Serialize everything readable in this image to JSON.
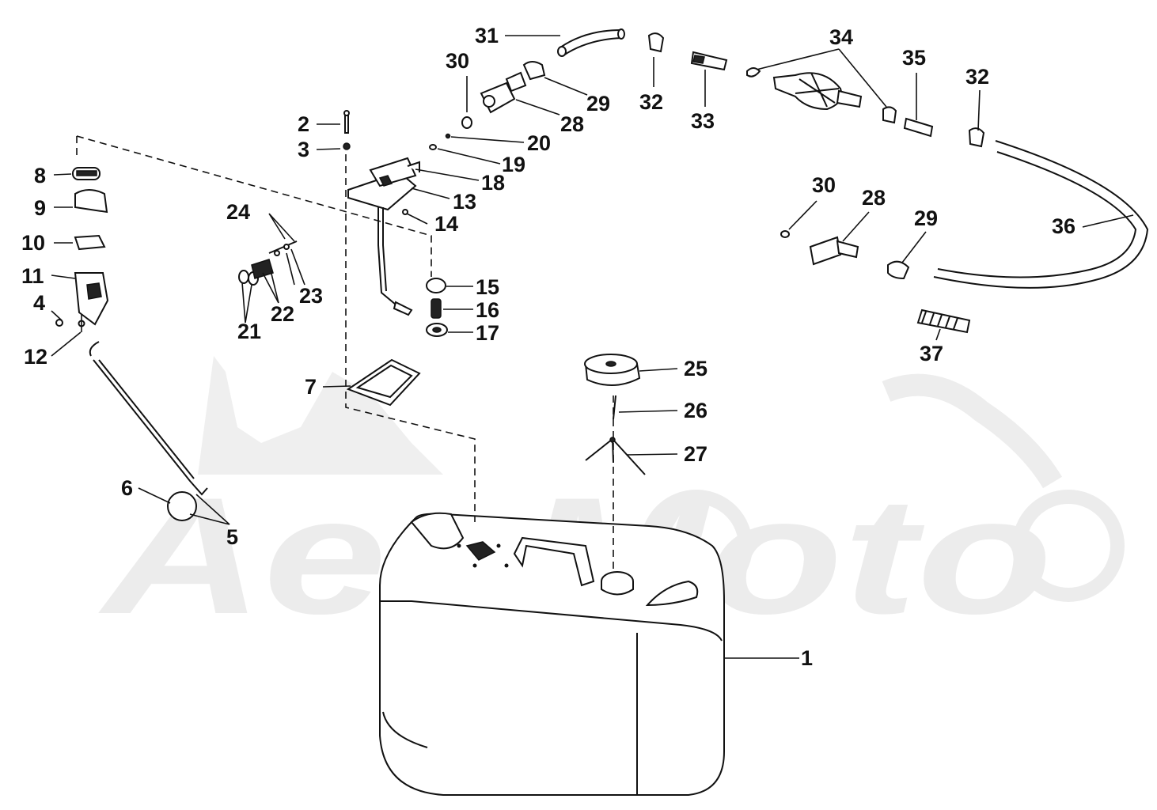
{
  "watermark": {
    "text": "AenMoto"
  },
  "callouts": [
    {
      "id": "1",
      "label": "1"
    },
    {
      "id": "2",
      "label": "2"
    },
    {
      "id": "3",
      "label": "3"
    },
    {
      "id": "4",
      "label": "4"
    },
    {
      "id": "5",
      "label": "5"
    },
    {
      "id": "6",
      "label": "6"
    },
    {
      "id": "7",
      "label": "7"
    },
    {
      "id": "8",
      "label": "8"
    },
    {
      "id": "9",
      "label": "9"
    },
    {
      "id": "10",
      "label": "10"
    },
    {
      "id": "11",
      "label": "11"
    },
    {
      "id": "12",
      "label": "12"
    },
    {
      "id": "13",
      "label": "13"
    },
    {
      "id": "14",
      "label": "14"
    },
    {
      "id": "15",
      "label": "15"
    },
    {
      "id": "16",
      "label": "16"
    },
    {
      "id": "17",
      "label": "17"
    },
    {
      "id": "18",
      "label": "18"
    },
    {
      "id": "19",
      "label": "19"
    },
    {
      "id": "20",
      "label": "20"
    },
    {
      "id": "21",
      "label": "21"
    },
    {
      "id": "22",
      "label": "22"
    },
    {
      "id": "23",
      "label": "23"
    },
    {
      "id": "24",
      "label": "24"
    },
    {
      "id": "25",
      "label": "25"
    },
    {
      "id": "26",
      "label": "26"
    },
    {
      "id": "27",
      "label": "27"
    },
    {
      "id": "28a",
      "label": "28"
    },
    {
      "id": "29a",
      "label": "29"
    },
    {
      "id": "30a",
      "label": "30"
    },
    {
      "id": "31",
      "label": "31"
    },
    {
      "id": "32a",
      "label": "32"
    },
    {
      "id": "33",
      "label": "33"
    },
    {
      "id": "34",
      "label": "34"
    },
    {
      "id": "35",
      "label": "35"
    },
    {
      "id": "32b",
      "label": "32"
    },
    {
      "id": "30b",
      "label": "30"
    },
    {
      "id": "28b",
      "label": "28"
    },
    {
      "id": "29b",
      "label": "29"
    },
    {
      "id": "36",
      "label": "36"
    },
    {
      "id": "37",
      "label": "37"
    }
  ]
}
